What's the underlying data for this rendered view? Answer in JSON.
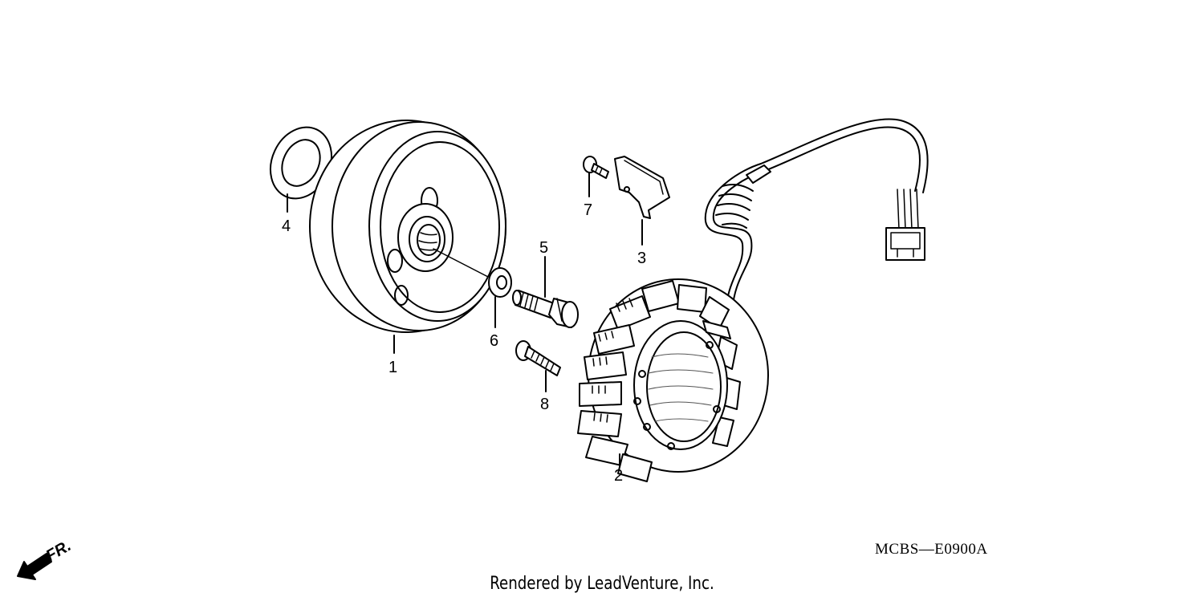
{
  "diagram": {
    "callouts": [
      {
        "id": "1",
        "label": "1"
      },
      {
        "id": "2",
        "label": "2"
      },
      {
        "id": "3",
        "label": "3"
      },
      {
        "id": "4",
        "label": "4"
      },
      {
        "id": "5",
        "label": "5"
      },
      {
        "id": "6",
        "label": "6"
      },
      {
        "id": "7",
        "label": "7"
      },
      {
        "id": "8",
        "label": "8"
      }
    ],
    "direction_label": "FR.",
    "drawing_code": "MCBS—E0900A",
    "credit": "Rendered by LeadVenture, Inc."
  }
}
